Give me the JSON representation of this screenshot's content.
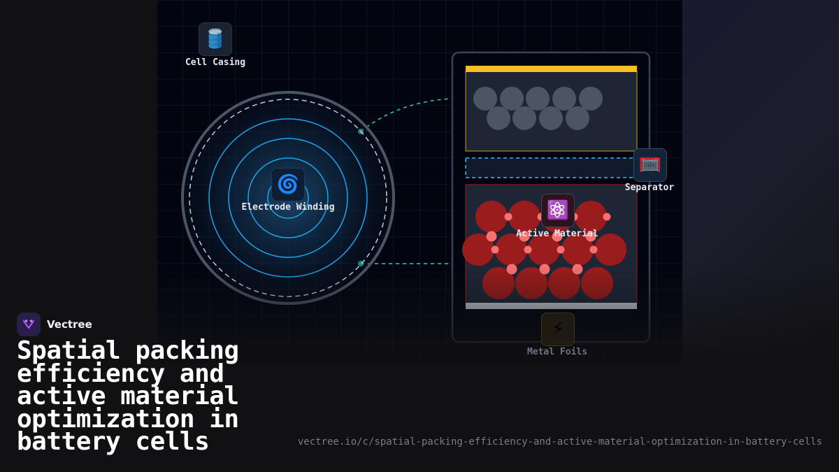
{
  "brand": {
    "name": "Vectree"
  },
  "headline": "Spatial packing efficiency and active material optimization in battery cells",
  "url": "vectree.io/c/spatial-packing-efficiency-and-active-material-optimization-in-battery-cells",
  "diagram": {
    "nodes": {
      "cell_casing": {
        "label": "Cell Casing",
        "icon": "oil-drum-icon",
        "glyph": "🛢️"
      },
      "electrode_winding": {
        "label": "Electrode Winding",
        "icon": "cyclone-icon",
        "glyph": "🌀"
      },
      "separator": {
        "label": "Separator",
        "icon": "goal-net-icon",
        "glyph": "🥅"
      },
      "active_material": {
        "label": "Active Material",
        "icon": "atom-icon",
        "glyph": "⚛️"
      },
      "metal_foils": {
        "label": "Metal Foils",
        "icon": "lightning-icon",
        "glyph": "⚡"
      }
    },
    "colors": {
      "background": "#02040f",
      "grid": "#1a2236",
      "ring": "#1fa3e8",
      "casing_ring": "#4b5566",
      "connector": "#2ec4a6",
      "top_foil": "#fbbf24",
      "bottom_foil": "#c7ccd6",
      "separator_dash": "#38bdf8",
      "particle_red": "#9b1c1c",
      "particle_pink": "#f87171",
      "particle_grey": "#4b5563",
      "brand_accent": "#a855f7"
    }
  }
}
